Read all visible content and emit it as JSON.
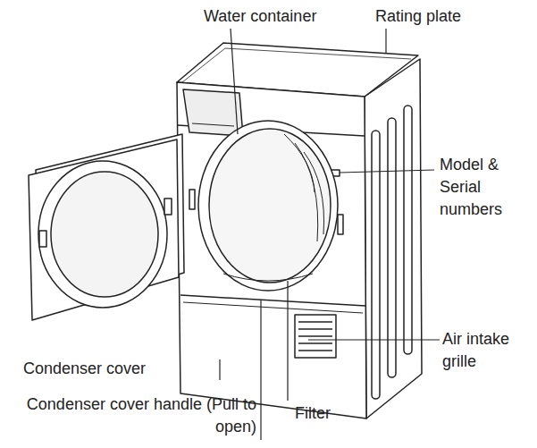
{
  "diagram": {
    "labels": [
      "Water container",
      "Rating plate",
      "Model & Serial numbers",
      "Air intake grille",
      "Condenser cover",
      "Condenser cover handle (Pull to open)",
      "Filter"
    ]
  }
}
